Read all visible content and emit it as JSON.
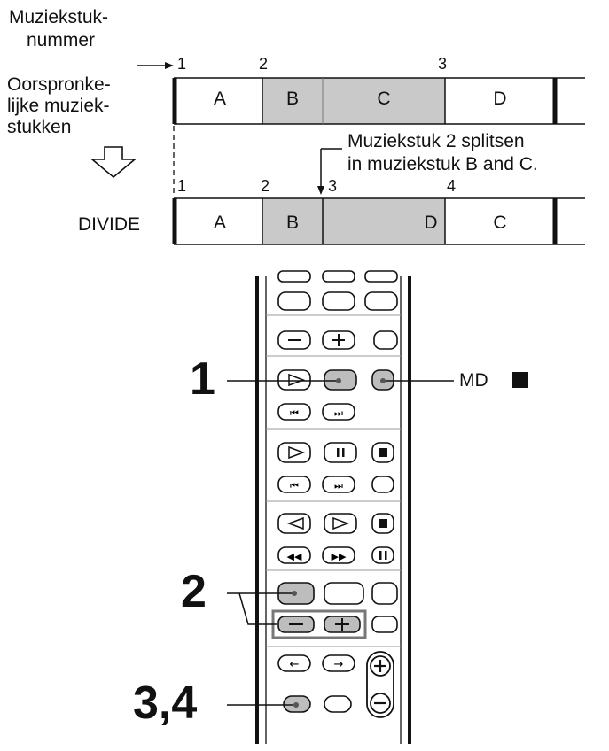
{
  "colors": {
    "shaded": "#c9c9c9",
    "line": "#111111",
    "button_fill": "#ffffff",
    "highlight_button": "#bdbdbd"
  },
  "labels": {
    "track_number": [
      "Muziekstuk-",
      "nummer"
    ],
    "original": [
      "Oorspronke-",
      "lijke muziek-",
      "stukken"
    ],
    "divide_note": [
      "Muziekstuk 2 splitsen",
      "in muziekstuk B and C."
    ],
    "divide": "DIVIDE",
    "md_stop": "MD"
  },
  "original_row": {
    "numbers": [
      "1",
      "2",
      "3"
    ],
    "segments": [
      "A",
      "B",
      "C",
      "D"
    ]
  },
  "divide_row": {
    "numbers": [
      "1",
      "2",
      "3",
      "4"
    ],
    "segments": [
      "A",
      "B",
      "D",
      "C"
    ]
  },
  "steps": [
    "1",
    "2",
    "3,4"
  ],
  "icons": {
    "down_arrow": "hollow-down-arrow-icon",
    "stop": "stop-square-icon",
    "play": "play-icon",
    "pause": "pause-icon",
    "rewind": "rewind-icon",
    "forward": "fast-forward-icon",
    "prev": "previous-track-icon",
    "next": "next-track-icon"
  }
}
